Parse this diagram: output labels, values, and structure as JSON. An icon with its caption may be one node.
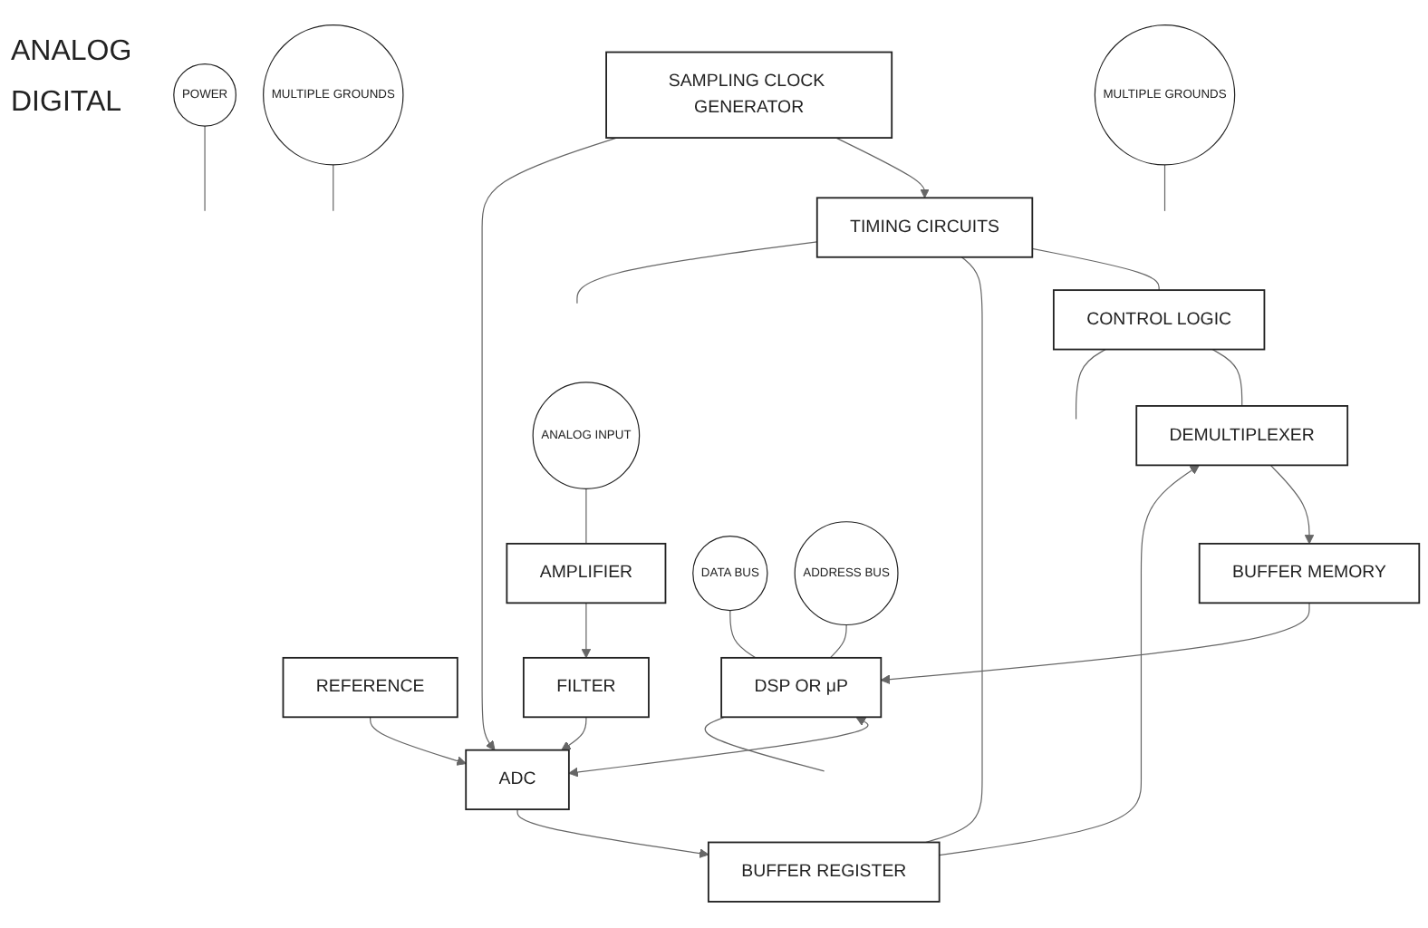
{
  "diagram": {
    "nodes": [
      {
        "text": [
          "SAMPLING CLOCK GENERATOR"
        ]
      },
      {
        "text": [
          "TIMING CIRCUITS"
        ]
      },
      {
        "text": [
          "CONTROL LOGIC"
        ]
      },
      {
        "text": [
          "REFERENCE"
        ]
      },
      {
        "text": [
          "ADC"
        ]
      },
      {
        "text": [
          "BUFFER REGISTER"
        ]
      },
      {
        "text": [
          "DEMULTIPLEXER"
        ]
      },
      {
        "text": [
          "FILTER"
        ]
      },
      {
        "text": [
          "DSP OR μP"
        ]
      },
      {
        "text": [
          "BUFFER MEMORY"
        ]
      },
      {
        "text": [
          "AMPLIFIER"
        ]
      },
      {
        "text": [
          "POWER"
        ]
      },
      {
        "text": [
          "ANALOG INPUT"
        ]
      },
      {
        "text": [
          "MULTIPLE GROUNDS"
        ]
      },
      {
        "text": [
          "DATA BUS"
        ]
      },
      {
        "text": [
          "ADDRESS BUS"
        ]
      },
      {
        "text": [
          "MULTIPLE GROUNDS"
        ]
      }
    ],
    "edges": [
      {
        "from": 0,
        "to": 1,
        "arrow": "to"
      },
      {
        "from": 0,
        "to": 4,
        "arrow": "to"
      },
      {
        "from": 1,
        "to": 2,
        "arrow": "none"
      },
      {
        "from": 3,
        "to": 4,
        "arrow": "to"
      },
      {
        "from": 4,
        "to": 5,
        "arrow": "to"
      },
      {
        "from": 1,
        "to": 5,
        "arrow": "none"
      },
      {
        "from": 5,
        "to": 6,
        "arrow": "to"
      },
      {
        "from": 2,
        "to": 6,
        "arrow": "none"
      },
      {
        "from": 7,
        "to": 4,
        "arrow": "to"
      },
      {
        "from": 8,
        "to": 4,
        "arrow": "both"
      },
      {
        "from": 6,
        "to": 9,
        "arrow": "to"
      },
      {
        "from": 9,
        "to": 8,
        "arrow": "to"
      },
      {
        "from": 10,
        "to": 7,
        "arrow": "to"
      },
      {
        "from": 12,
        "to": 10,
        "arrow": "none"
      },
      {
        "from": 14,
        "to": 8,
        "arrow": "none"
      },
      {
        "from": 15,
        "to": 8,
        "arrow": "none"
      },
      {
        "from": 1,
        "to": null,
        "arrow": "none"
      },
      {
        "from": 2,
        "to": null,
        "arrow": "none"
      },
      {
        "from": 8,
        "to": null,
        "arrow": "none"
      },
      {
        "from": 11,
        "to": null,
        "arrow": "none"
      },
      {
        "from": 13,
        "to": null,
        "arrow": "none"
      },
      {
        "from": 16,
        "to": null,
        "arrow": "none"
      }
    ],
    "labels": [
      "ANALOG",
      "DIGITAL"
    ]
  }
}
